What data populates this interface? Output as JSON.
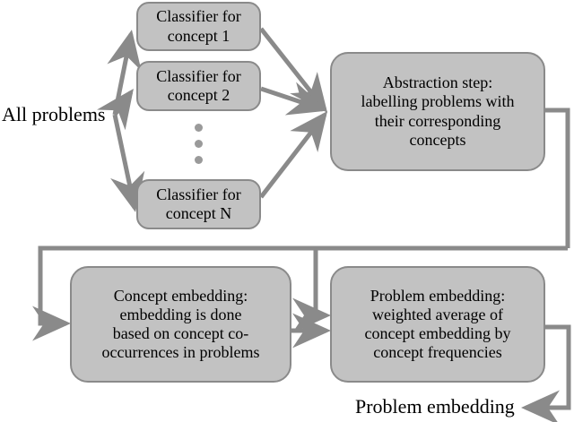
{
  "diagram": {
    "title_text_nodes": {
      "all_problems": "All problems",
      "problem_embedding_output": "Problem embedding"
    },
    "colors": {
      "node_fill": "#c2c2c2",
      "node_border": "#8a8a8a",
      "edge": "#8a8a8a",
      "text": "#000000",
      "background": "#ffffff",
      "ellipsis_dot": "#9a9a9a"
    },
    "nodes": [
      {
        "id": "classifier-1",
        "label": "Classifier for\nconcept 1",
        "line1": "Classifier for",
        "line2": "concept 1"
      },
      {
        "id": "classifier-2",
        "label": "Classifier for\nconcept 2",
        "line1": "Classifier for",
        "line2": "concept 2"
      },
      {
        "id": "classifier-n",
        "label": "Classifier for\nconcept N",
        "line1": "Classifier for",
        "line2": "concept N"
      },
      {
        "id": "abstraction-step",
        "line1": "Abstraction step:",
        "line2": "labelling problems with",
        "line3": "their corresponding",
        "line4": "concepts"
      },
      {
        "id": "concept-embedding",
        "line1": "Concept embedding:",
        "line2": "embedding is done",
        "line3": "based on concept co-",
        "line4": "occurrences in problems"
      },
      {
        "id": "problem-embedding",
        "line1": "Problem embedding:",
        "line2": "weighted average of",
        "line3": "concept embedding by",
        "line4": "concept frequencies"
      }
    ],
    "ellipsis": {
      "count": 3,
      "meaning": "more classifiers between concept 2 and concept N"
    },
    "edges": [
      {
        "from": "All problems",
        "to": "Classifier for concept 1",
        "style": "arrow"
      },
      {
        "from": "All problems",
        "to": "Classifier for concept 2",
        "style": "arrow"
      },
      {
        "from": "All problems",
        "to": "Classifier for concept N",
        "style": "arrow"
      },
      {
        "from": "Classifier for concept 1",
        "to": "Abstraction step",
        "style": "arrow"
      },
      {
        "from": "Classifier for concept 2",
        "to": "Abstraction step",
        "style": "arrow"
      },
      {
        "from": "Classifier for concept N",
        "to": "Abstraction step",
        "style": "arrow"
      },
      {
        "from": "Abstraction step",
        "to": "Concept embedding",
        "style": "orthogonal-arrow"
      },
      {
        "from": "Abstraction step",
        "to": "Problem embedding",
        "style": "orthogonal-arrow"
      },
      {
        "from": "Concept embedding",
        "to": "Problem embedding",
        "style": "arrow"
      },
      {
        "from": "Problem embedding",
        "to": "Problem embedding output label",
        "style": "orthogonal-arrow"
      }
    ]
  }
}
